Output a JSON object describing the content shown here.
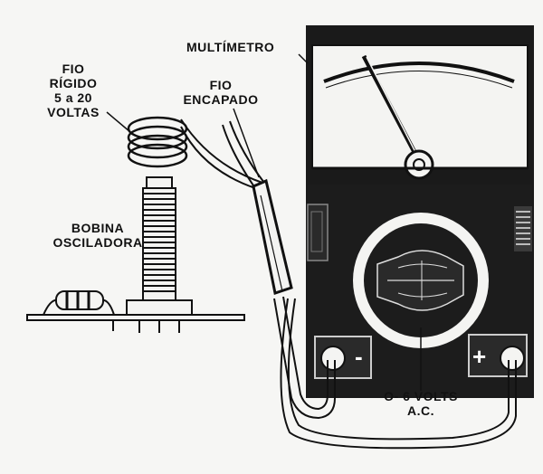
{
  "labels": {
    "multimetro": "MULTÍMETRO",
    "fio_rigido": [
      "FIO",
      "RÍGIDO",
      "5 a 20",
      "VOLTAS"
    ],
    "fio_encapado": [
      "FIO",
      "ENCAPADO"
    ],
    "bobina": [
      "BOBINA",
      "OSCILADORA"
    ],
    "range": [
      "O- 6 VOLTS",
      "A.C."
    ]
  },
  "terminals": {
    "negative": "-",
    "positive": "+"
  },
  "colors": {
    "ink": "#111111",
    "paper": "#f6f6f4",
    "meter_body": "#1a1a1a"
  }
}
